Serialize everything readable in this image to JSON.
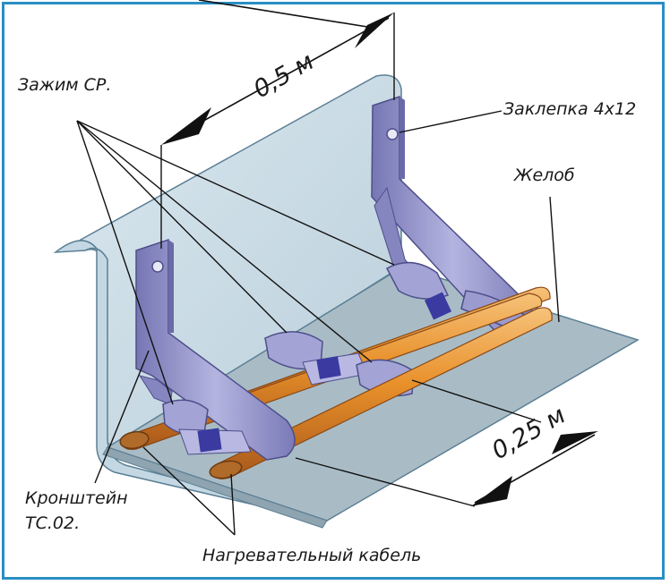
{
  "labels": {
    "clamp": "Зажим СР.",
    "rivet": "Заклепка 4х12",
    "gutter": "Желоб",
    "bracket_line1": "Кронштейн",
    "bracket_line2": "ТС.02.",
    "cable": "Нагревательный кабель"
  },
  "dimensions": {
    "bracket_spacing": "0,5 м",
    "cable_spacing": "0,25 м"
  },
  "colors": {
    "frame": "#2a8ec4",
    "gutter_wall": "#b9cfdc",
    "gutter_floor": "#a9bcc6",
    "bracket": "#8f8fc8",
    "bracket_dark": "#6a6aa8",
    "cable": "#e8902a",
    "clamp_band": "#3a3aa0"
  }
}
